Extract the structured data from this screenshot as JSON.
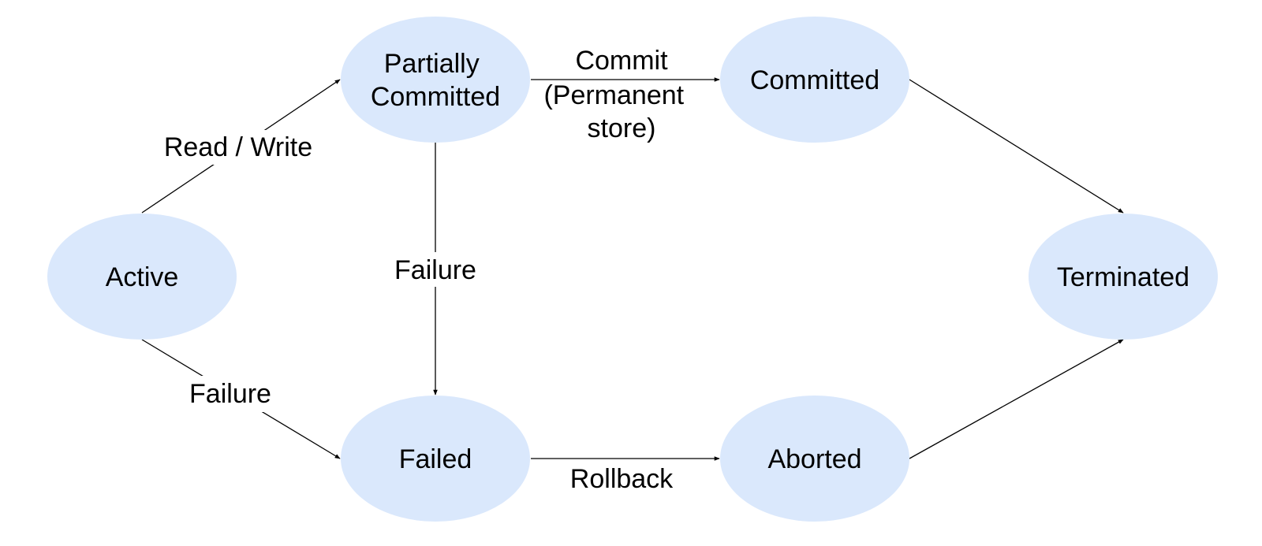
{
  "diagram": {
    "type": "state-transition",
    "colors": {
      "node_fill": "#dae8fc",
      "edge": "#000000",
      "text": "#000000",
      "background": "#ffffff"
    },
    "nodes": {
      "active": {
        "lines": [
          "Active"
        ]
      },
      "partially_committed": {
        "lines": [
          "Partially",
          "Committed"
        ]
      },
      "committed": {
        "lines": [
          "Committed"
        ]
      },
      "terminated": {
        "lines": [
          "Terminated"
        ]
      },
      "failed": {
        "lines": [
          "Failed"
        ]
      },
      "aborted": {
        "lines": [
          "Aborted"
        ]
      }
    },
    "edges": {
      "read_write": {
        "from": "Active",
        "to": "Partially Committed",
        "lines": [
          "Read / Write"
        ]
      },
      "commit": {
        "from": "Partially Committed",
        "to": "Committed",
        "lines": [
          "Commit",
          "(Permanent",
          "store)"
        ]
      },
      "committed_terminated": {
        "from": "Committed",
        "to": "Terminated",
        "lines": []
      },
      "pc_failure": {
        "from": "Partially Committed",
        "to": "Failed",
        "lines": [
          "Failure"
        ]
      },
      "active_failure": {
        "from": "Active",
        "to": "Failed",
        "lines": [
          "Failure"
        ]
      },
      "rollback": {
        "from": "Failed",
        "to": "Aborted",
        "lines": [
          "Rollback"
        ]
      },
      "aborted_terminated": {
        "from": "Aborted",
        "to": "Terminated",
        "lines": []
      }
    }
  }
}
